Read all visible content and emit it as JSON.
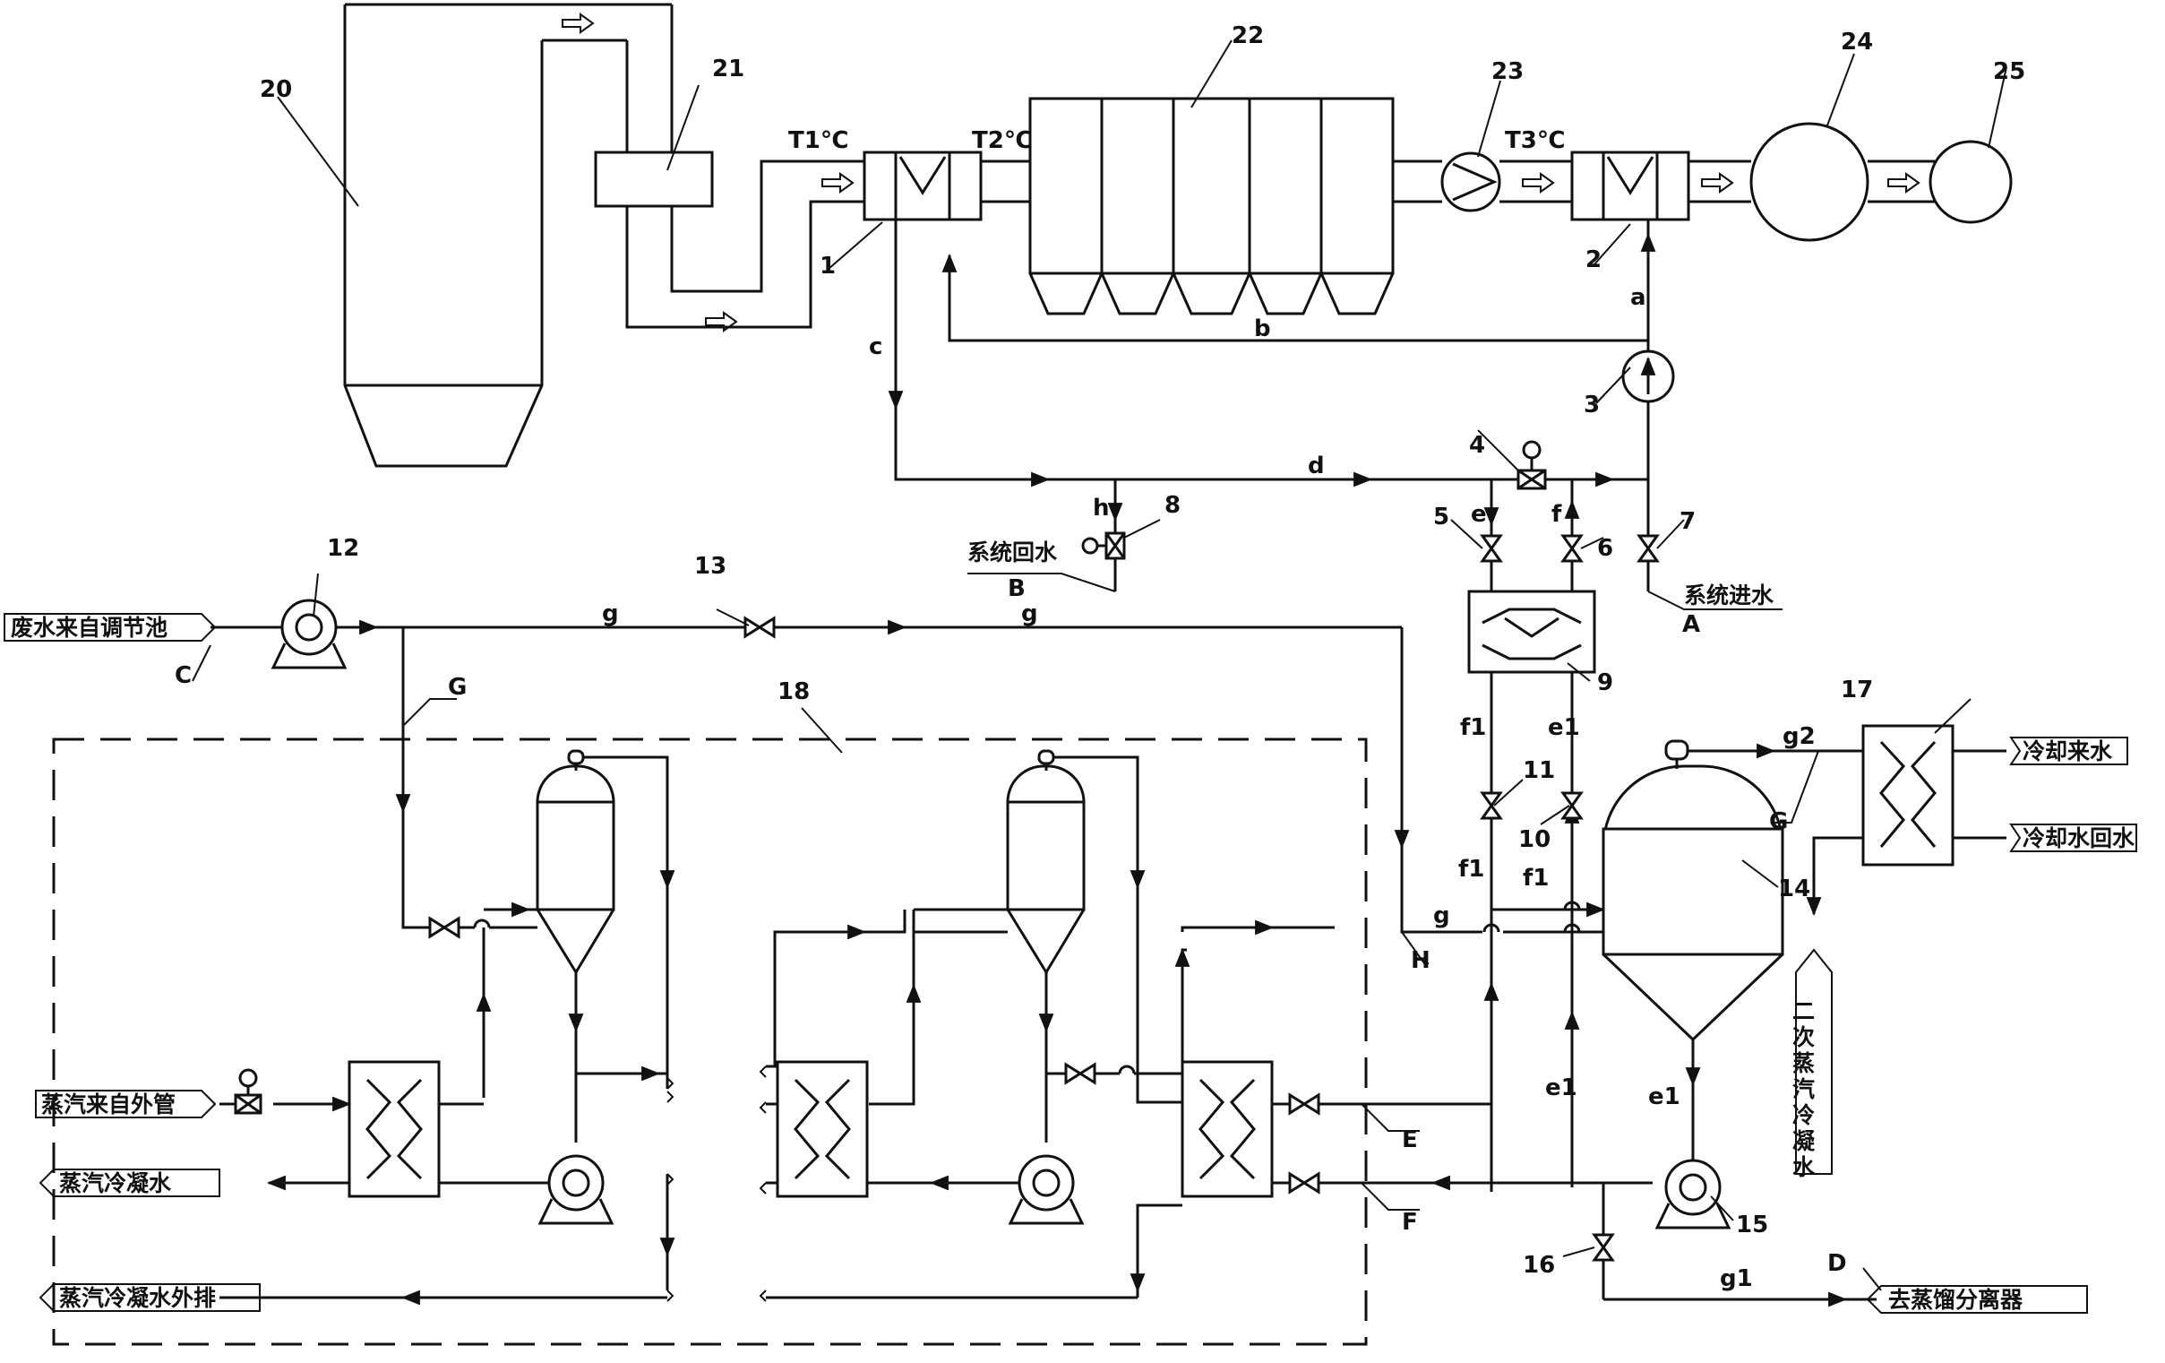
{
  "numbers": [
    "1",
    "2",
    "3",
    "4",
    "5",
    "6",
    "7",
    "8",
    "9",
    "10",
    "11",
    "12",
    "13",
    "14",
    "15",
    "16",
    "17",
    "18",
    "20",
    "21",
    "22",
    "23",
    "24",
    "25"
  ],
  "temps": {
    "t1": "T1℃",
    "t2": "T2℃",
    "t3": "T3℃"
  },
  "lines": {
    "a": "a",
    "b": "b",
    "c": "c",
    "d": "d",
    "e": "e",
    "f": "f",
    "g": "g",
    "h": "h",
    "e1": "e1",
    "f1": "f1",
    "g1": "g1",
    "g2": "g2"
  },
  "letters": {
    "A": "A",
    "B": "B",
    "C": "C",
    "D": "D",
    "E": "E",
    "F": "F",
    "G": "G",
    "H": "H"
  },
  "labels": {
    "system_return": "系统回水",
    "system_in": "系统进水",
    "wastewater_in": "废水来自调节池",
    "cooling_in": "冷却来水",
    "cooling_return": "冷却水回水",
    "secondary_condensate": "二次蒸汽冷凝水",
    "steam_in": "蒸汽来自外管",
    "steam_condensate": "蒸汽冷凝水",
    "steam_condensate_out": "蒸汽冷凝水外排",
    "to_separator": "去蒸馏分离器"
  },
  "colors": {
    "line": "#111111",
    "background": "#ffffff"
  }
}
